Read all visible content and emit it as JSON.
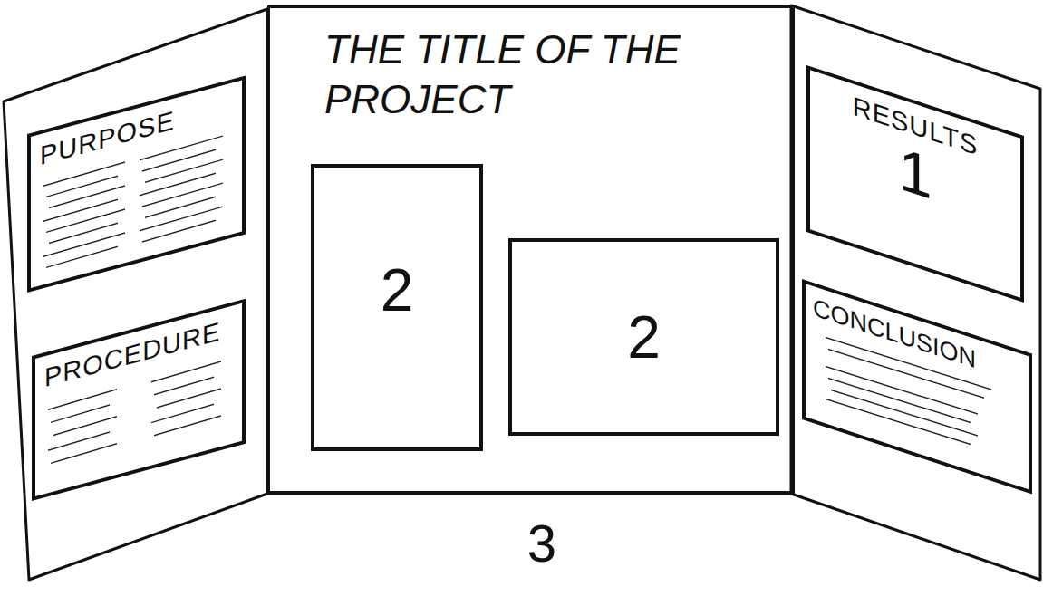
{
  "diagram": {
    "nodes": [
      {
        "text": [
          "PURPOSE"
        ]
      },
      {
        "text": [
          "PROCEDURE"
        ]
      },
      {
        "text": [
          "THE TITLE OF THE PROJECT"
        ]
      },
      {
        "text": [
          "2"
        ],
        "in": 2
      },
      {
        "text": [
          "2"
        ],
        "in": 2
      },
      {
        "text": [
          "RESULTS",
          "1"
        ]
      },
      {
        "text": [
          "CONCLUSION"
        ]
      }
    ],
    "labels": [
      "3"
    ]
  }
}
